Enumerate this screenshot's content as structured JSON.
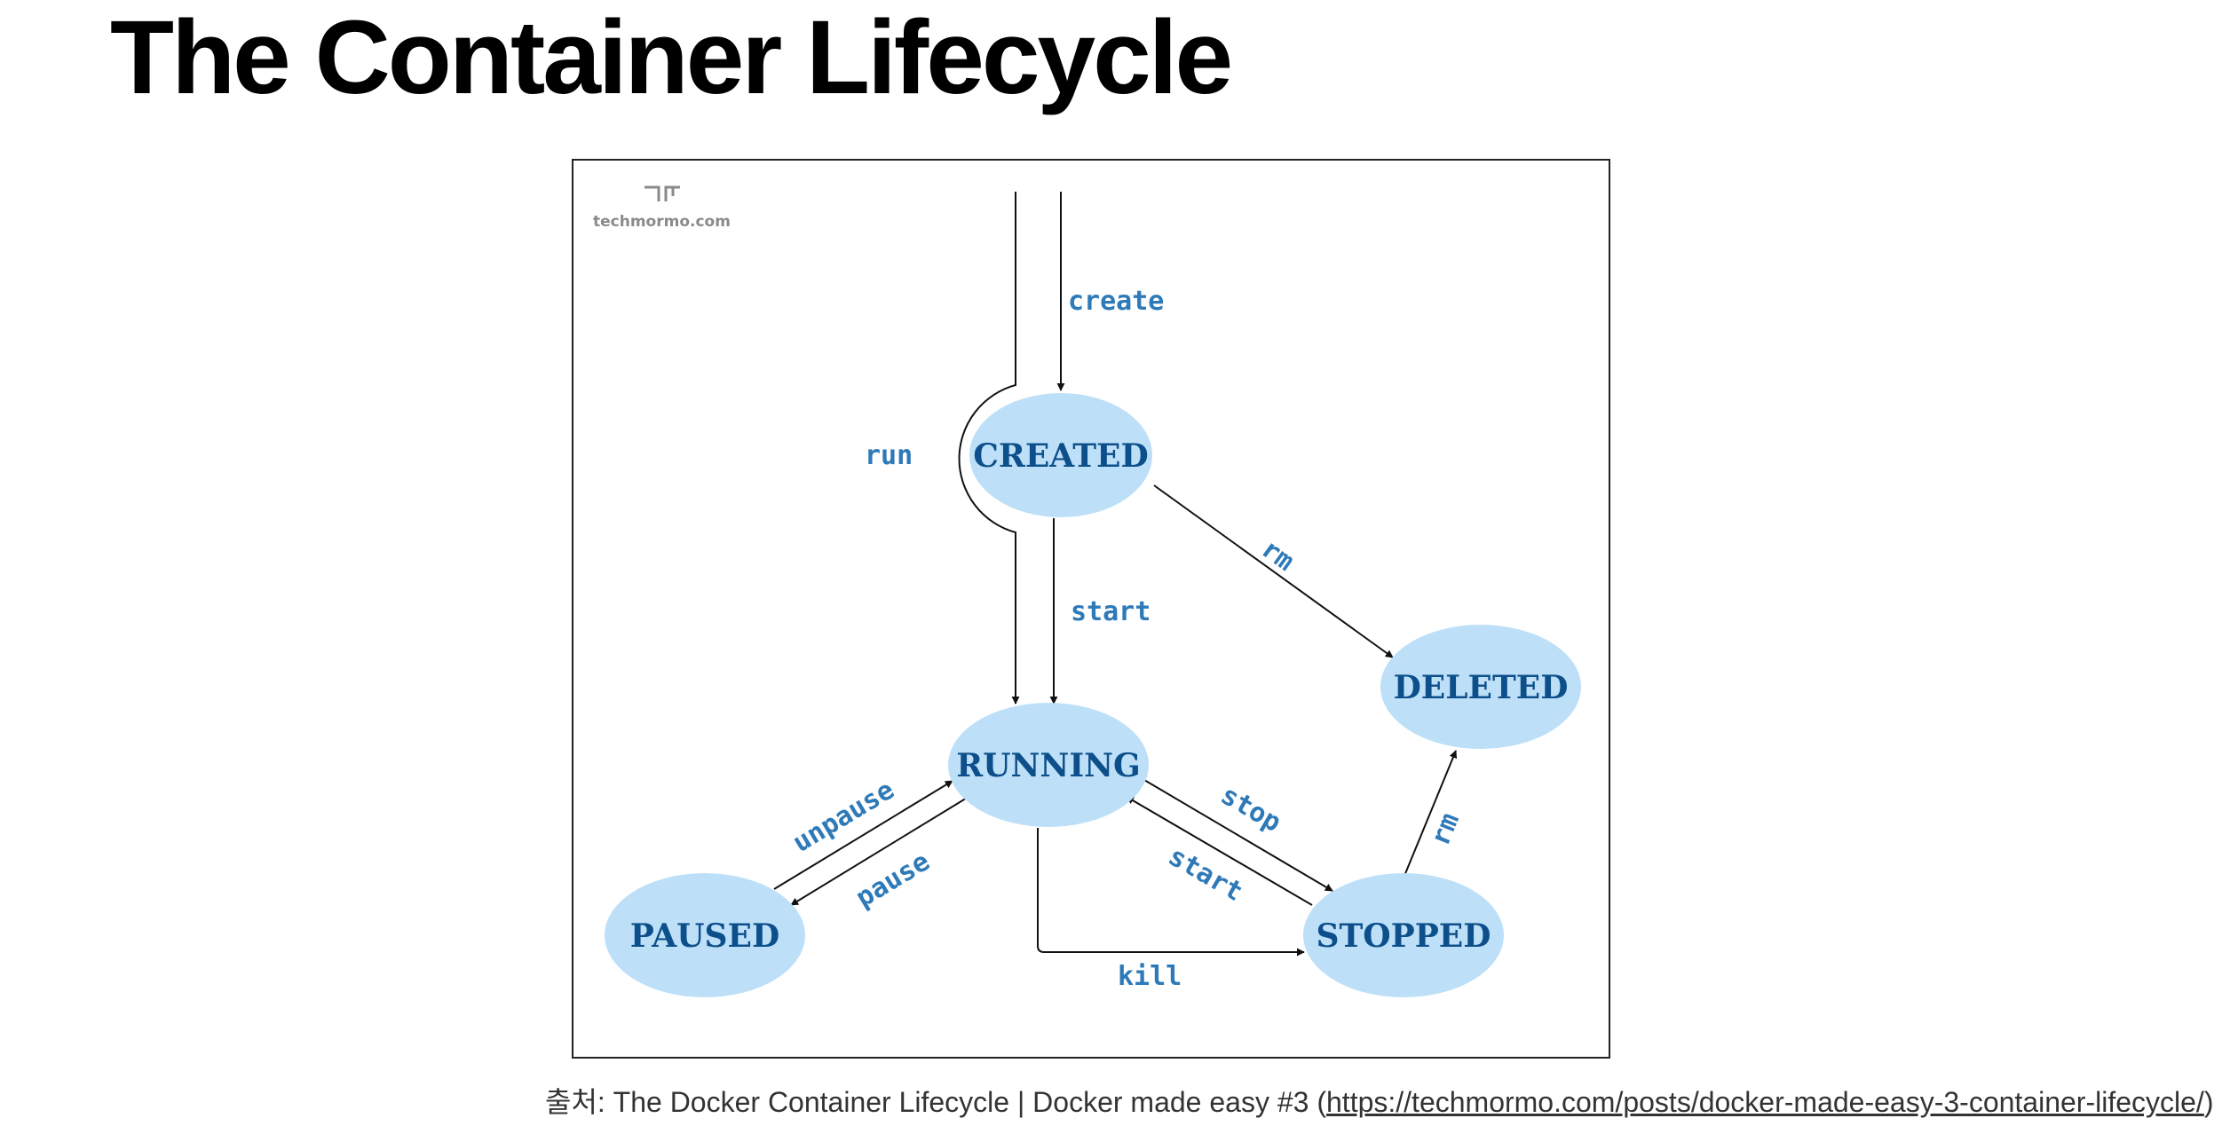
{
  "slide": {
    "title": "The Container Lifecycle"
  },
  "diagram": {
    "watermark": "techmormo.com",
    "states": {
      "created": "CREATED",
      "running": "RUNNING",
      "paused": "PAUSED",
      "stopped": "STOPPED",
      "deleted": "DELETED"
    },
    "transitions": {
      "create": "create",
      "run": "run",
      "start_created": "start",
      "rm_created": "rm",
      "unpause": "unpause",
      "pause": "pause",
      "stop": "stop",
      "start_stopped": "start",
      "kill": "kill",
      "rm_stopped": "rm"
    },
    "colors": {
      "state_fill": "#bde0f8",
      "state_text": "#0d4f8b",
      "edge_text": "#2e7ab8",
      "arrow": "#111111"
    }
  },
  "source": {
    "prefix": "출처: The Docker Container Lifecycle | Docker made easy #3 (",
    "link": "https://techmormo.com/posts/docker-made-easy-3-container-lifecycle/",
    "suffix": ")"
  }
}
